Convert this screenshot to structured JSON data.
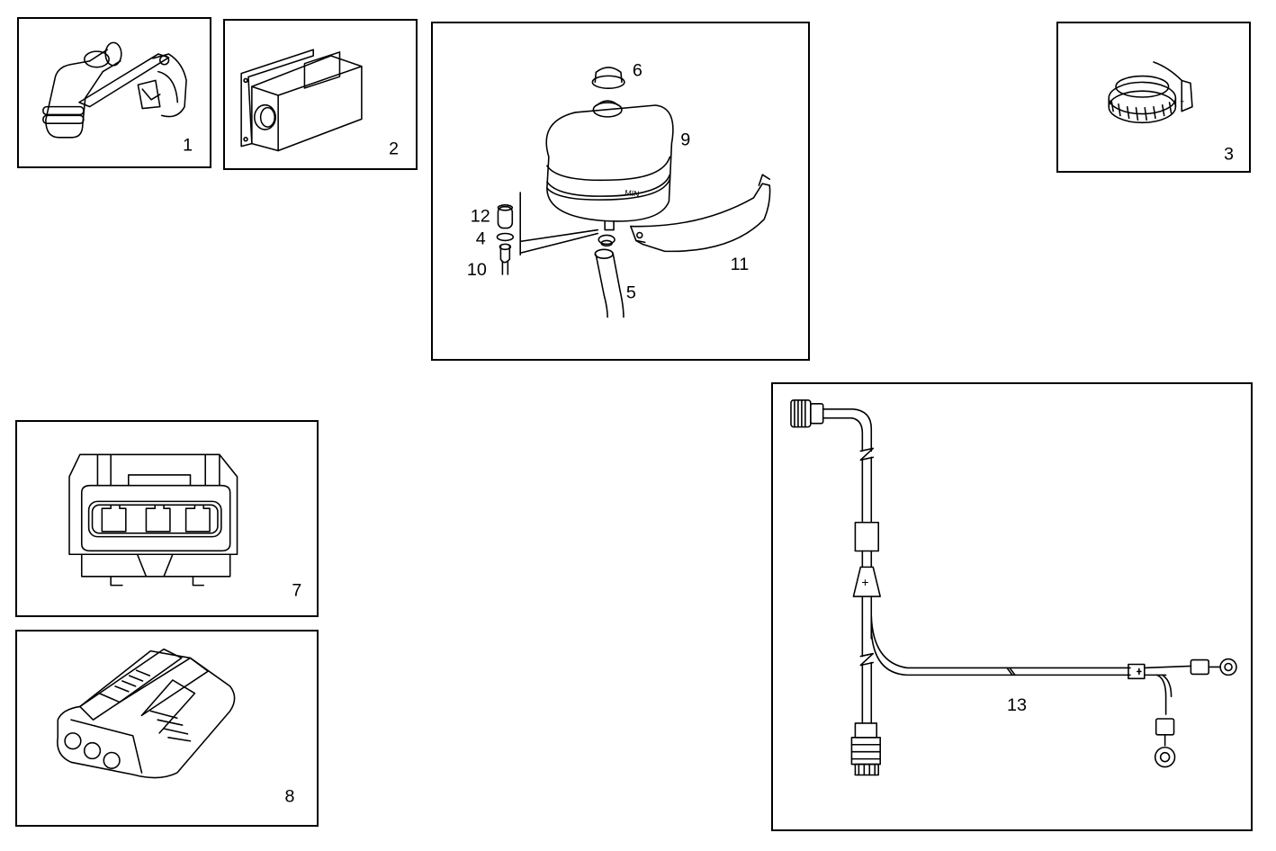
{
  "panels": [
    {
      "id": "panel-1",
      "label": "1",
      "part": "elbow-hose-connector"
    },
    {
      "id": "panel-2",
      "label": "2",
      "part": "control-box"
    },
    {
      "id": "panel-3",
      "label": "3",
      "part": "hose-clamp"
    },
    {
      "id": "panel-tank",
      "part": "expansion-tank-assembly",
      "callouts": [
        "6",
        "9",
        "12",
        "4",
        "10",
        "5",
        "11"
      ],
      "tank_marking": "MIN"
    },
    {
      "id": "panel-7",
      "label": "7",
      "part": "connector-3-pin-front"
    },
    {
      "id": "panel-8",
      "label": "8",
      "part": "connector-3-pin"
    },
    {
      "id": "panel-13",
      "label": "13",
      "part": "wiring-harness"
    }
  ],
  "colors": {
    "line": "#000000",
    "background": "#ffffff"
  }
}
